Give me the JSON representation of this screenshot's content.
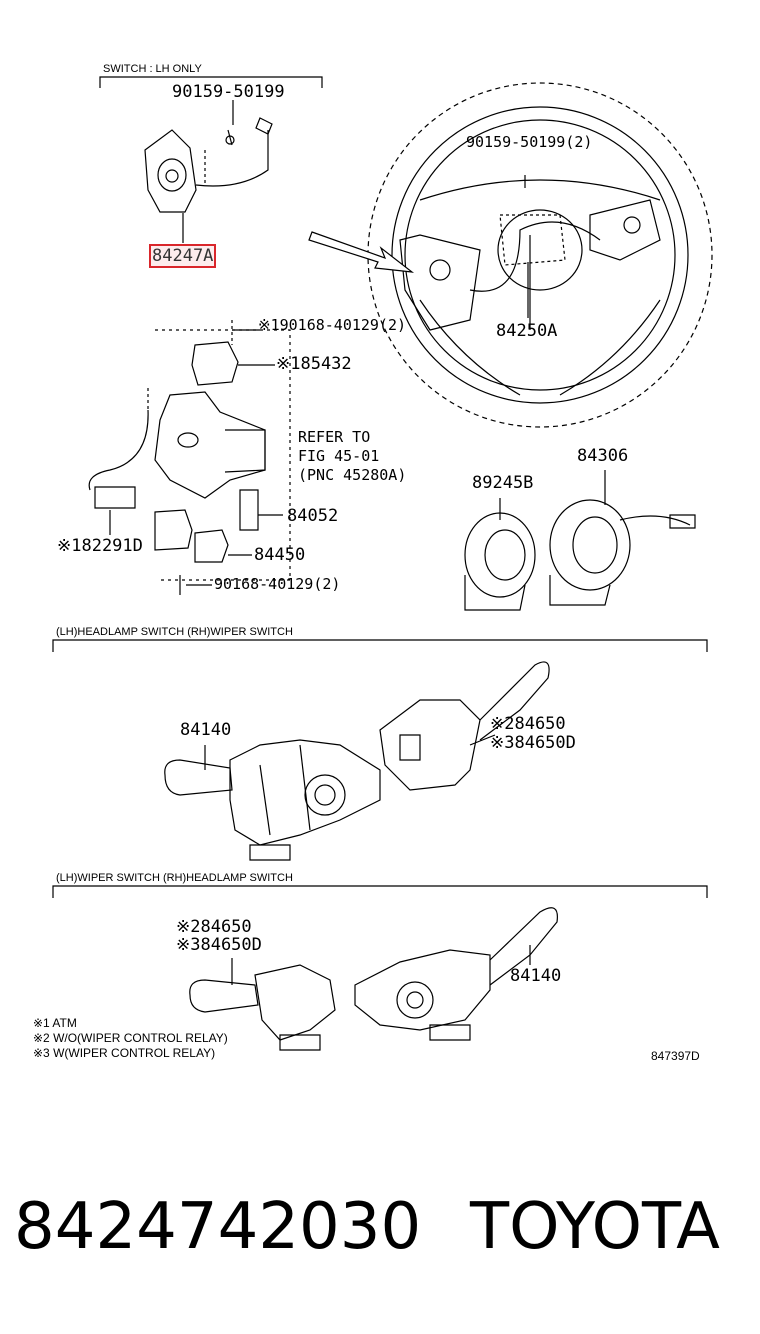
{
  "sections": {
    "top_left": "SWITCH : LH ONLY",
    "lh_headlamp_rh_wiper": "(LH)HEADLAMP SWITCH  (RH)WIPER SWITCH",
    "lh_wiper_rh_headlamp": "(LH)WIPER SWITCH  (RH)HEADLAMP SWITCH"
  },
  "callouts": {
    "screw_top_left": "90159-50199",
    "part_highlighted": "84247A",
    "screw_wheel": "90159-50199(2)",
    "wheel_switch": "84250A",
    "screw_upper": "※190168-40129(2)",
    "part_85432": "※185432",
    "refer_line1": "REFER TO",
    "refer_line2": "FIG 45-01",
    "refer_line3": "(PNC 45280A)",
    "part_84052": "84052",
    "part_82291d": "※182291D",
    "part_84450": "84450",
    "screw_lower": "90168-40129(2)",
    "part_89245b": "89245B",
    "part_84306": "84306",
    "part_84140_a": "84140",
    "part_84650_a": "※284650",
    "part_84650d_a": "※384650D",
    "part_84650_b": "※284650",
    "part_84650d_b": "※384650D",
    "part_84140_b": "84140"
  },
  "notes": [
    "※1 ATM",
    "※2 W/O(WIPER CONTROL RELAY)",
    "※3 W(WIPER CONTROL RELAY)"
  ],
  "figure_code": "847397D",
  "footer": {
    "part_number": "8424742030",
    "brand": "TOYOTA"
  },
  "colors": {
    "highlight": "#d9262b",
    "line": "#000000"
  }
}
